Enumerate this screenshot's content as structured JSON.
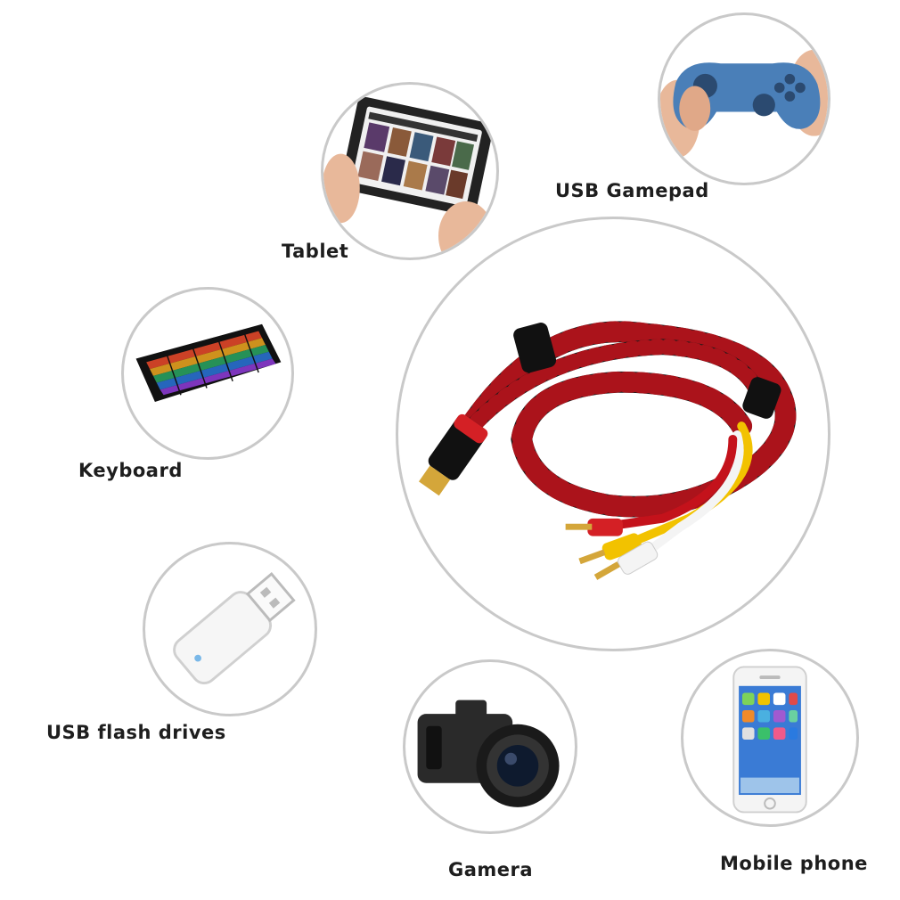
{
  "labels": {
    "gamepad": "USB Gamepad",
    "tablet": "Tablet",
    "keyboard": "Keyboard",
    "flash_drive": "USB flash drives",
    "camera": "Gamera",
    "phone": "Mobile phone"
  },
  "colors": {
    "circle_border": "#c9c9c9",
    "cable_red": "#c4121b",
    "cable_black": "#1b1b1b",
    "rca_yellow": "#f2c200",
    "rca_white": "#f4f4f4",
    "gold": "#d4a63a"
  }
}
